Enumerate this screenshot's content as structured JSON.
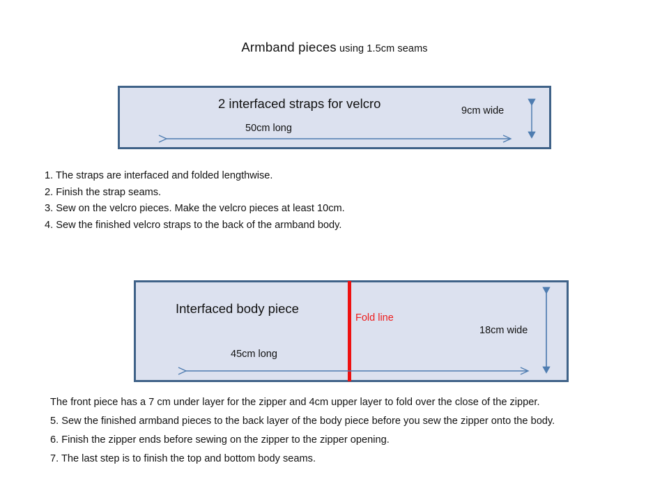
{
  "title": {
    "main": "Armband pieces",
    "sub": " using 1.5cm seams"
  },
  "colors": {
    "piece_fill": "#dce1ef",
    "piece_border": "#3f6288",
    "arrow": "#4e7cb0",
    "fold_line": "#ee1111",
    "fold_text": "#ee1c1c",
    "page_background": "#ffffff",
    "text": "#111111"
  },
  "strap_piece": {
    "title": "2 interfaced straps for velcro",
    "length_label": "50cm long",
    "width_label": "9cm wide",
    "horizontal_arrow_name": "strap-length-arrow",
    "vertical_arrow_name": "strap-width-arrow"
  },
  "body_piece": {
    "title": "Interfaced body piece",
    "length_label": "45cm long",
    "width_label": "18cm wide",
    "fold_label": "Fold line",
    "horizontal_arrow_name": "body-length-arrow",
    "vertical_arrow_name": "body-width-arrow"
  },
  "strap_instructions": [
    "1. The straps are interfaced and folded lengthwise.",
    "2. Finish the strap seams.",
    "3. Sew on the velcro pieces. Make the velcro pieces at least 10cm.",
    "4. Sew the finished  velcro straps to the back of the armband body."
  ],
  "body_instructions": [
    "The front piece has a 7 cm under layer for the zipper and 4cm upper layer to fold over the close of the zipper.",
    "5. Sew the finished armband pieces to the back layer of the body piece before you sew the zipper onto the body.",
    "6. Finish the zipper ends before sewing on the zipper to the zipper opening.",
    "7. The last step is to finish the top and bottom body seams."
  ]
}
